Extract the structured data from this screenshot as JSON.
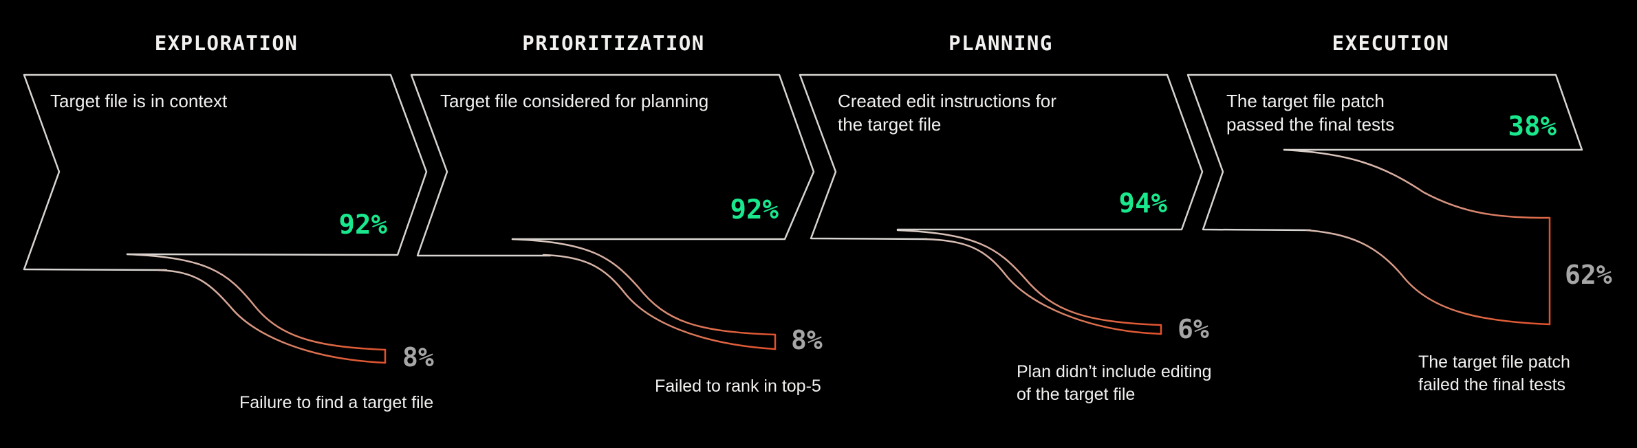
{
  "colors": {
    "background": "#000000",
    "outline_gray": "#D8D5D2",
    "text_white": "#F3F1EF",
    "accent_green": "#19E88D",
    "accent_red": "#E2512D",
    "label_gray": "#A6A6A6",
    "flow_gradient_start": "#DCD4CE"
  },
  "stages": [
    {
      "title": "EXPLORATION",
      "body1": "Target file is in context",
      "body2": "",
      "pct": "92%",
      "failPct": "8%",
      "fail1": "Failure to find a target file",
      "fail2": ""
    },
    {
      "title": "PRIORITIZATION",
      "body1": "Target file considered for planning",
      "body2": "",
      "pct": "92%",
      "failPct": "8%",
      "fail1": "Failed to rank in top-5",
      "fail2": ""
    },
    {
      "title": "PLANNING",
      "body1": "Created edit instructions for",
      "body2": "the target file",
      "pct": "94%",
      "failPct": "6%",
      "fail1": "Plan didn’t include editing",
      "fail2": "of the target file"
    },
    {
      "title": "EXECUTION",
      "body1": "The target file patch",
      "body2": "passed the final tests",
      "pct": "38%",
      "failPct": "62%",
      "fail1": "The target file patch",
      "fail2": "failed the final tests"
    }
  ],
  "chart_data": {
    "type": "funnel",
    "orientation": "horizontal",
    "background": "black",
    "stages": [
      {
        "name": "EXPLORATION",
        "description": "Target file is in context",
        "continue_pct": 92,
        "drop_pct": 8,
        "drop_reason": "Failure to find a target file"
      },
      {
        "name": "PRIORITIZATION",
        "description": "Target file considered for planning",
        "continue_pct": 92,
        "drop_pct": 8,
        "drop_reason": "Failed to rank in top-5"
      },
      {
        "name": "PLANNING",
        "description": "Created edit instructions for the target file",
        "continue_pct": 94,
        "drop_pct": 6,
        "drop_reason": "Plan didn’t include editing of the target file"
      },
      {
        "name": "EXECUTION",
        "description": "The target file patch passed the final tests",
        "continue_pct": 38,
        "drop_pct": 62,
        "drop_reason": "The target file patch failed the final tests"
      }
    ],
    "legend_position": "none",
    "grid": false
  }
}
